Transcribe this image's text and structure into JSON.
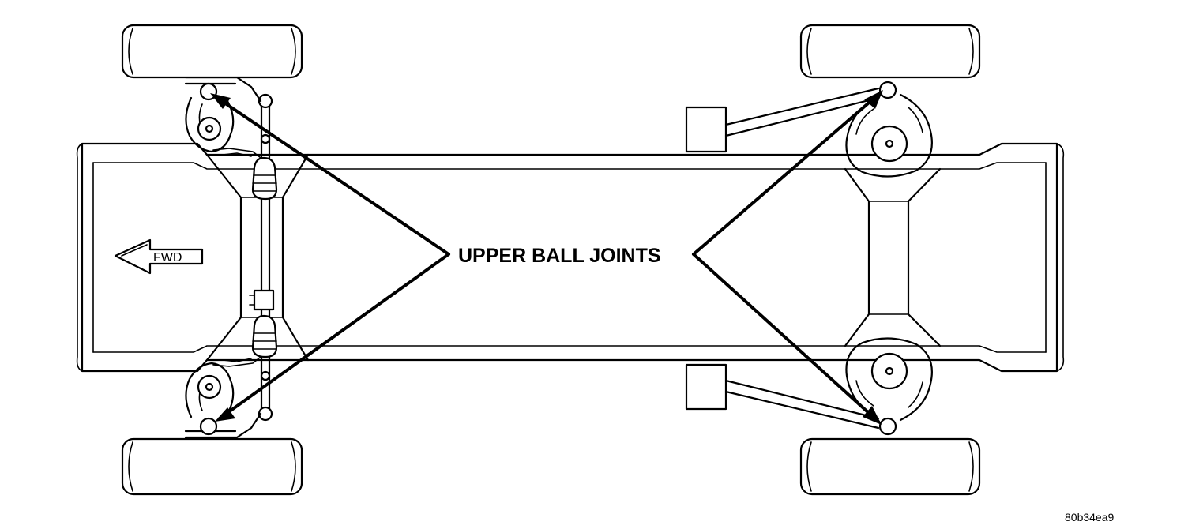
{
  "callout": {
    "label": "UPPER BALL JOINTS"
  },
  "direction": {
    "label": "FWD"
  },
  "figure_ref": "80b34ea9",
  "colors": {
    "line": "#000000",
    "background": "#ffffff"
  }
}
